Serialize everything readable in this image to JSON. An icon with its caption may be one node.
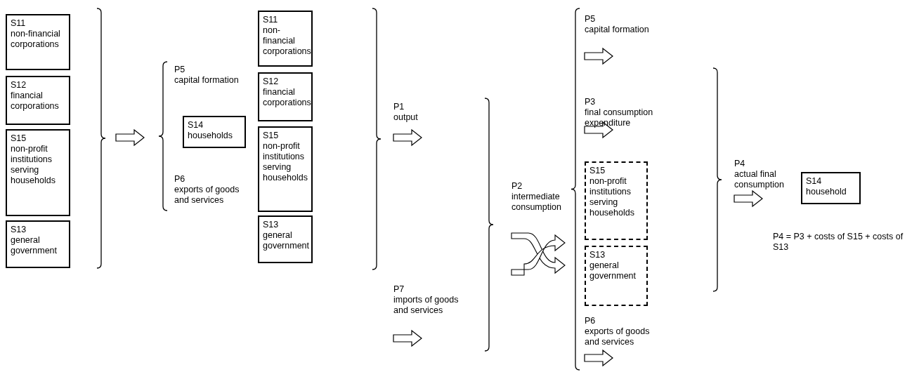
{
  "diagram": {
    "nodes": [
      {
        "text": [
          "S11",
          "non-financial corporations"
        ]
      },
      {
        "text": [
          "S12",
          "financial corporations"
        ]
      },
      {
        "text": [
          "S15",
          "non-profit institutions serving households"
        ]
      },
      {
        "text": [
          "S13",
          "general government"
        ]
      },
      {
        "text": [
          "S14",
          "households"
        ]
      },
      {
        "text": [
          "S11",
          "non-financial corporations"
        ]
      },
      {
        "text": [
          "S12",
          "financial corporations"
        ]
      },
      {
        "text": [
          "S15",
          "non-profit institutions serving households"
        ]
      },
      {
        "text": [
          "S13",
          "general government"
        ]
      },
      {
        "text": [
          "S15",
          "non-profit institutions serving households"
        ]
      },
      {
        "text": [
          "S13",
          "general government"
        ]
      },
      {
        "text": [
          "S14",
          "household"
        ]
      }
    ],
    "labels": [
      "P5",
      "capital formation",
      "P6",
      "exports of goods and services",
      "P1",
      "output",
      "P7",
      "imports of goods and services",
      "P2",
      "intermediate consumption",
      "P5",
      "capital formation",
      "P3",
      "final consumption expenditure",
      "P6",
      "exports of goods and services",
      "P4",
      "actual final consumption",
      "P4 = P3 + costs of S15 + costs of S13"
    ]
  }
}
